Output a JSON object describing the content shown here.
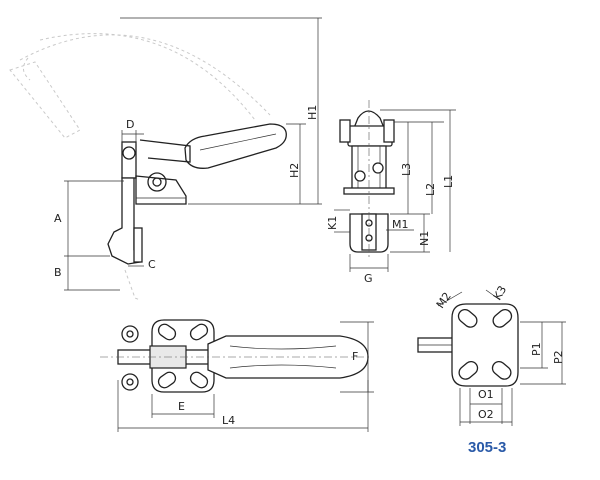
{
  "model": "305-3",
  "dimensions": {
    "A": "A",
    "B": "B",
    "C": "C",
    "D": "D",
    "E": "E",
    "F": "F",
    "G": "G",
    "H1": "H1",
    "H2": "H2",
    "K1": "K1",
    "L1": "L1",
    "L2": "L2",
    "L3": "L3",
    "L4": "L4",
    "M1": "M1",
    "M2": "M2",
    "N1": "N1",
    "O1": "O1",
    "O2": "O2",
    "P1": "P1",
    "P2": "P2",
    "R": "K3"
  }
}
